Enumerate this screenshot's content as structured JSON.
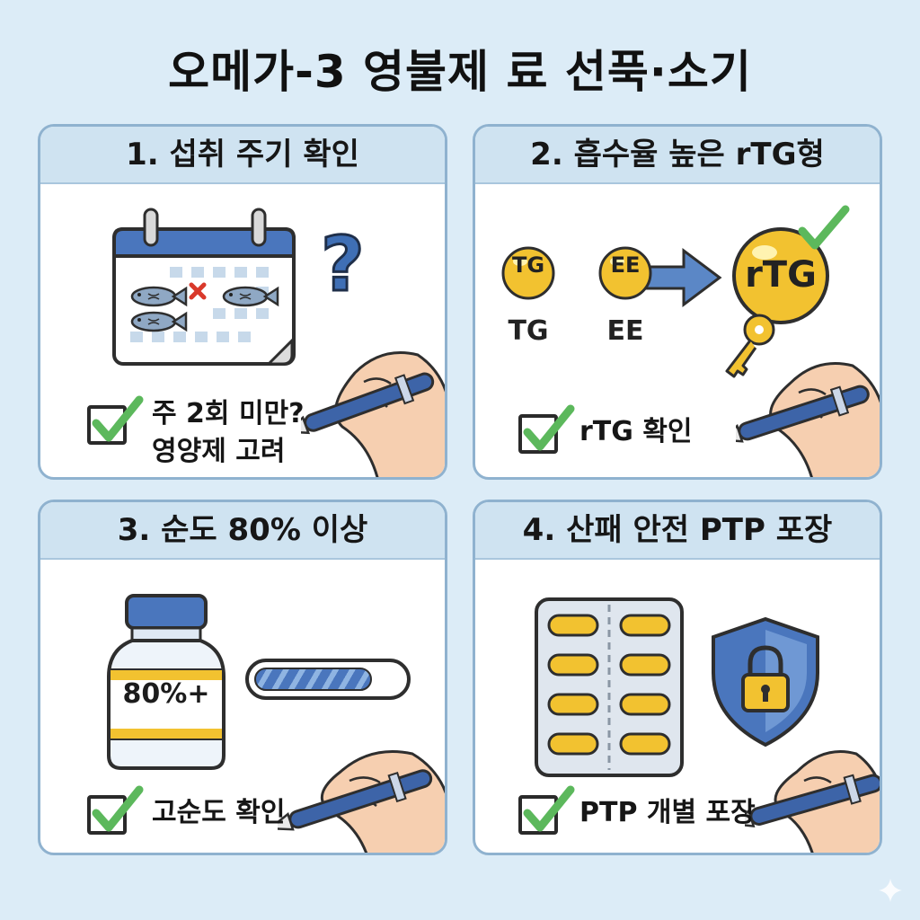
{
  "title": "오메가-3 영불제 료 선푹·소기",
  "panels": [
    {
      "heading": "1. 섭취 주기 확인",
      "question_mark": "?",
      "caption_line1": "주 2회 미만?",
      "caption_line2": "영양제 고려"
    },
    {
      "heading": "2. 흡수율 높은 rTG형",
      "coin_tg": "TG",
      "coin_ee": "EE",
      "coin_rtg": "rTG",
      "label_tg": "TG",
      "label_ee": "EE",
      "caption": "rTG 확인"
    },
    {
      "heading": "3. 순도 80% 이상",
      "bottle_label": "80%+",
      "purity_progress": 0.8,
      "caption": "고순도 확인"
    },
    {
      "heading": "4. 산패 안전 PTP 포장",
      "caption": "PTP 개별 포장"
    }
  ],
  "colors": {
    "background": "#dcecf7",
    "panel_header": "#cfe3f1",
    "check_green": "#5cb85c",
    "accent_blue": "#3f6fb5",
    "capsule_yellow": "#f2c230"
  },
  "icons": [
    "calendar-icon",
    "fish-icon",
    "question-mark-icon",
    "check-icon",
    "hand-with-pen-icon",
    "arrow-right-icon",
    "key-icon",
    "supplement-bottle-icon",
    "progress-bar",
    "blister-pack-icon",
    "shield-lock-icon",
    "sparkle-icon"
  ]
}
